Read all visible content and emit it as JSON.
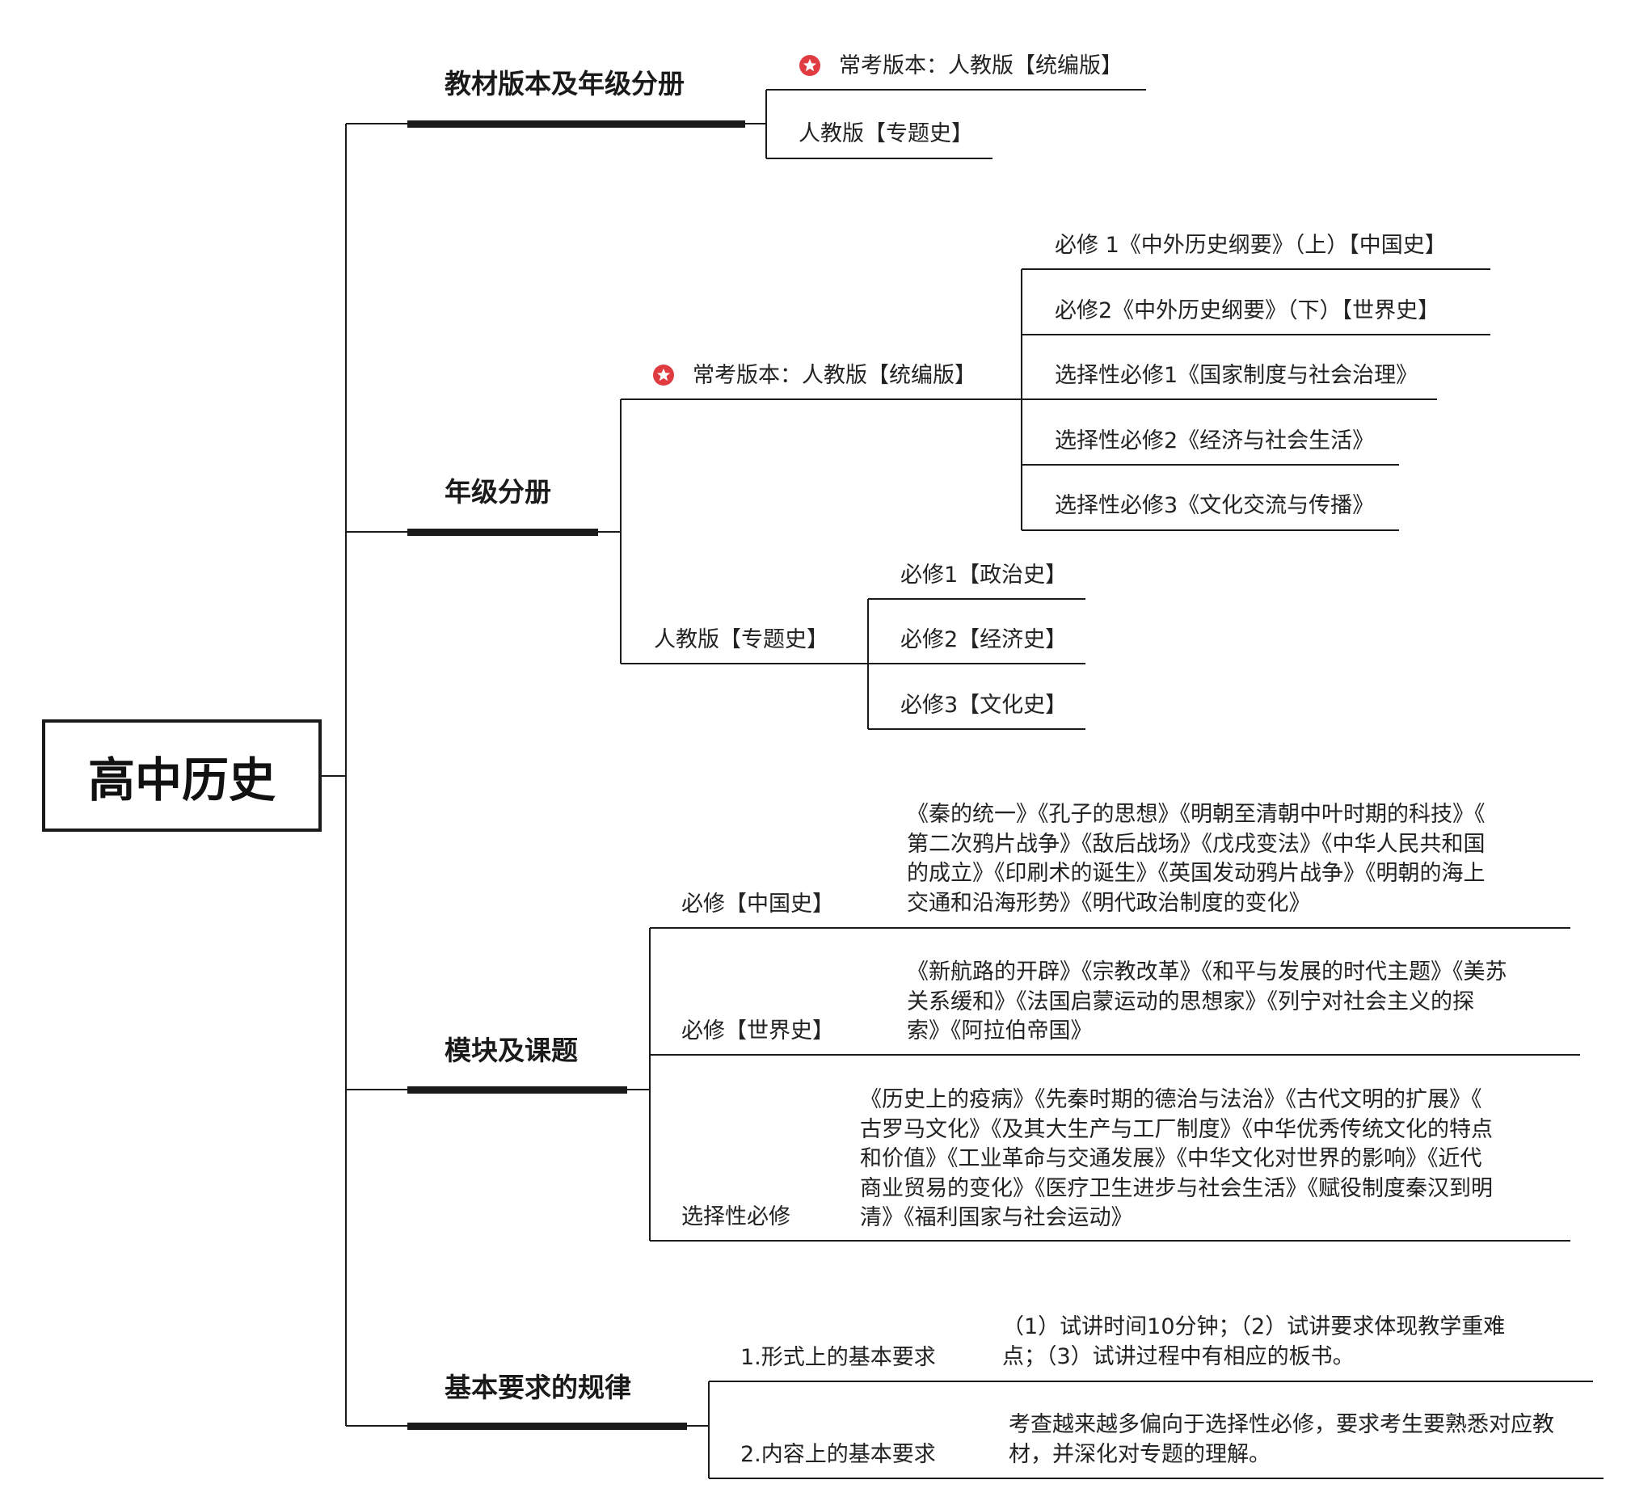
{
  "root": {
    "title": "高中历史"
  },
  "branch1": {
    "title": "教材版本及年级分册",
    "item_common": "常考版本：人教版【统编版】",
    "item_special": "人教版【专题史】",
    "star_icon": "star-badge-icon"
  },
  "branch2": {
    "title": "年级分册",
    "common": {
      "label": "常考版本：人教版【统编版】",
      "items": [
        "必修 1《中外历史纲要》（上）【中国史】",
        "必修2《中外历史纲要》（下）【世界史】",
        "选择性必修1《国家制度与社会治理》",
        "选择性必修2《经济与社会生活》",
        "选择性必修3《文化交流与传播》"
      ]
    },
    "special": {
      "label": "人教版【专题史】",
      "items": [
        "必修1【政治史】",
        "必修2【经济史】",
        "必修3【文化史】"
      ]
    }
  },
  "branch3": {
    "title": "模块及课题",
    "modules": [
      {
        "label": "必修【中国史】",
        "lines": [
          "《秦的统一》《孔子的思想》《明朝至清朝中叶时期的科技》《",
          "第二次鸦片战争》《敌后战场》《戊戌变法》《中华人民共和国",
          "的成立》《印刷术的诞生》《英国发动鸦片战争》《明朝的海上",
          "交通和沿海形势》《明代政治制度的变化》"
        ]
      },
      {
        "label": "必修【世界史】",
        "lines": [
          "《新航路的开辟》《宗教改革》《和平与发展的时代主题》《美苏",
          "关系缓和》《法国启蒙运动的思想家》《列宁对社会主义的探",
          "索》《阿拉伯帝国》"
        ]
      },
      {
        "label": "选择性必修",
        "lines": [
          "《历史上的疫病》《先秦时期的德治与法治》《古代文明的扩展》《",
          "古罗马文化》《及其大生产与工厂制度》《中华优秀传统文化的特点",
          "和价值》《工业革命与交通发展》《中华文化对世界的影响》《近代",
          "商业贸易的变化》《医疗卫生进步与社会生活》《赋役制度秦汉到明",
          "清》《福利国家与社会运动》"
        ]
      }
    ]
  },
  "branch4": {
    "title": "基本要求的规律",
    "items": [
      {
        "label": "1.形式上的基本要求",
        "lines": [
          "（1）试讲时间10分钟；（2）试讲要求体现教学重难",
          "点；（3）试讲过程中有相应的板书。"
        ]
      },
      {
        "label": "2.内容上的基本要求",
        "lines": [
          "考查越来越多偏向于选择性必修，要求考生要熟悉对应教",
          "材，并深化对专题的理解。"
        ]
      }
    ]
  },
  "colors": {
    "line": "#1a1a1a",
    "star": "#e03b40",
    "text": "#222222"
  }
}
